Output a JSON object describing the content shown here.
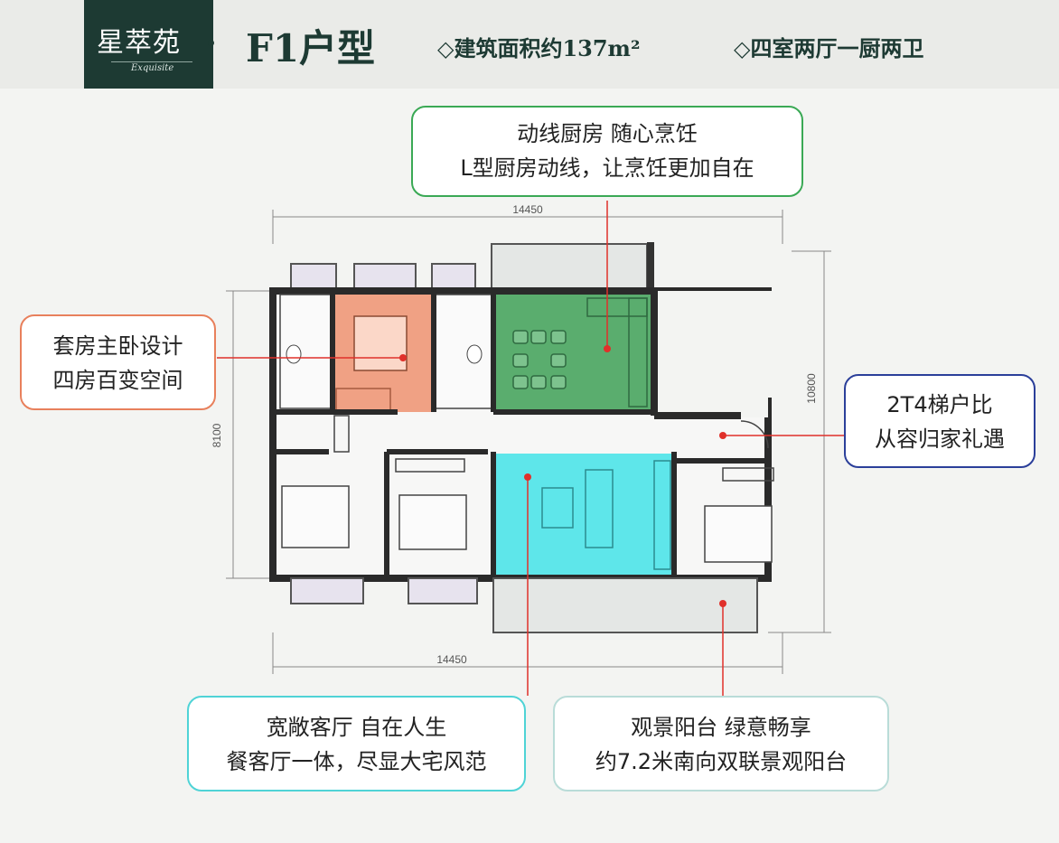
{
  "header": {
    "logo": "星萃苑",
    "logo_sub": "Exquisite",
    "type_title": "F1户型",
    "spec_area": "◇建筑面积约137m²",
    "spec_rooms": "◇四室两厅一厨两卫"
  },
  "dimensions": {
    "top_width": "14450",
    "bottom_width": "14450",
    "left_height": "8100",
    "right_height": "10800"
  },
  "callouts": {
    "kitchen": {
      "line1": "动线厨房  随心烹饪",
      "line2": "L型厨房动线，让烹饪更加自在",
      "color": "#3aa955"
    },
    "master": {
      "line1": "套房主卧设计",
      "line2": "四房百变空间",
      "color": "#e8805c"
    },
    "elevator": {
      "line1": "2T4梯户比",
      "line2": "从容归家礼遇",
      "color": "#2b3f9a"
    },
    "living": {
      "line1": "宽敞客厅  自在人生",
      "line2": "餐客厅一体，尽显大宅风范",
      "color": "#4fd3d6"
    },
    "balcony": {
      "line1": "观景阳台  绿意畅享",
      "line2": "约7.2米南向双联景观阳台",
      "color": "#b9dcd8"
    }
  },
  "colors": {
    "brand": "#1d3a33",
    "master_fill": "#f0a184",
    "kitchen_fill": "#5aad6e",
    "living_fill": "#5ee6ea",
    "marker": "#e0302a"
  }
}
